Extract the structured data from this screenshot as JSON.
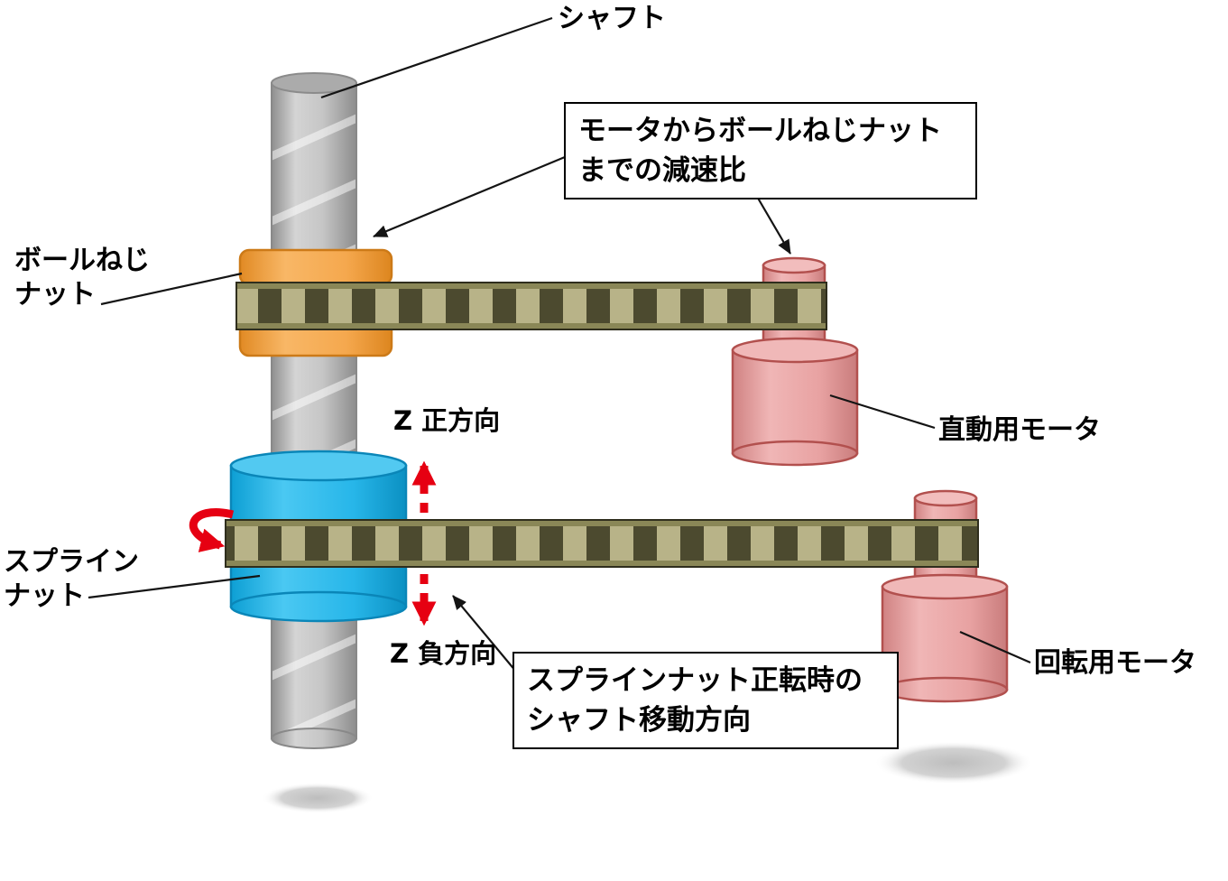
{
  "labels": {
    "shaft": "シャフト",
    "ball_screw_nut": "ボールねじ\nナット",
    "spline_nut": "スプライン\nナット",
    "linear_motor": "直動用モータ",
    "rotary_motor": "回転用モータ",
    "z_positive": "Z 正方向",
    "z_negative": "Z 負方向"
  },
  "callouts": {
    "reduction_ratio": "モータからボールねじナット\nまでの減速比",
    "spline_rotation_note": "スプラインナット正転時の\nシャフト移動方向"
  },
  "colors": {
    "ball_screw_nut_orange": "#f5a84e",
    "spline_nut_blue": "#27b6e9",
    "belt_olive": "#8a8757",
    "belt_tooth_dark": "#4c4a2f",
    "belt_tooth_light": "#b8b388",
    "motor_pink": "#e8a2a2",
    "motor_outline": "#b2504e",
    "shaft_gray": "#c6c6c6",
    "direction_arrow_red": "#e60012",
    "annotation_black": "#141414"
  }
}
